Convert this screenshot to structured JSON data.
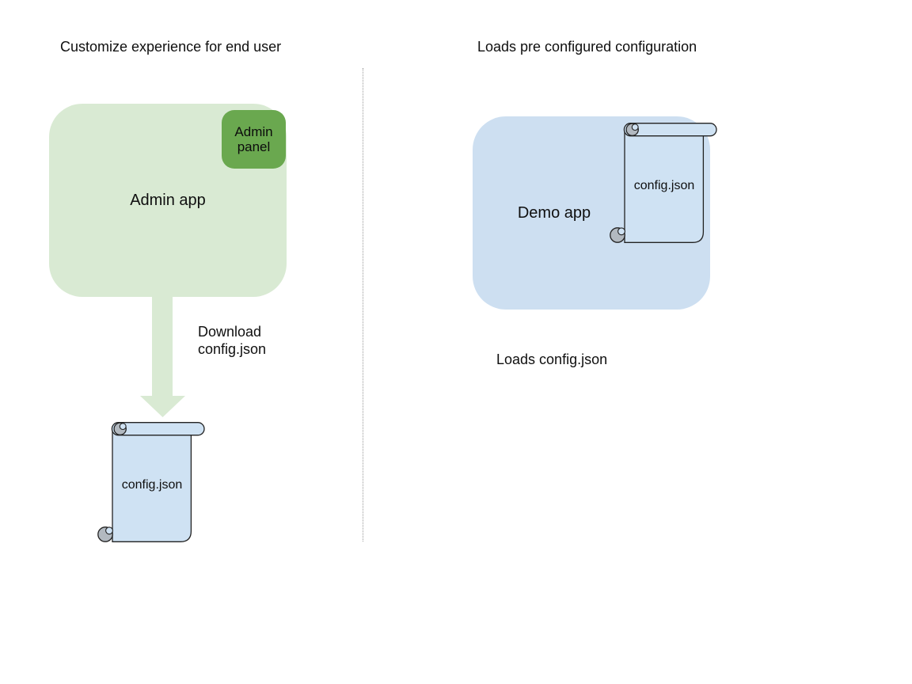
{
  "left": {
    "title": "Customize experience for end user",
    "admin_app_label": "Admin app",
    "admin_panel_label": "Admin panel",
    "download_label": "Download config.json",
    "config_file_label": "config.json"
  },
  "right": {
    "title": "Loads pre configured configuration",
    "demo_app_label": "Demo app",
    "config_file_label": "config.json",
    "caption": "Loads config.json"
  },
  "colors": {
    "app_light_green": "#d9ead3",
    "panel_dark_green": "#6aa84f",
    "scroll_light_blue": "#cfe2f3",
    "demo_app_blue": "#cddff1",
    "curl_gray": "#b2b9c0",
    "shape_outline": "#222222",
    "divider_gray": "#999999",
    "text_black": "#0f0f0f"
  }
}
